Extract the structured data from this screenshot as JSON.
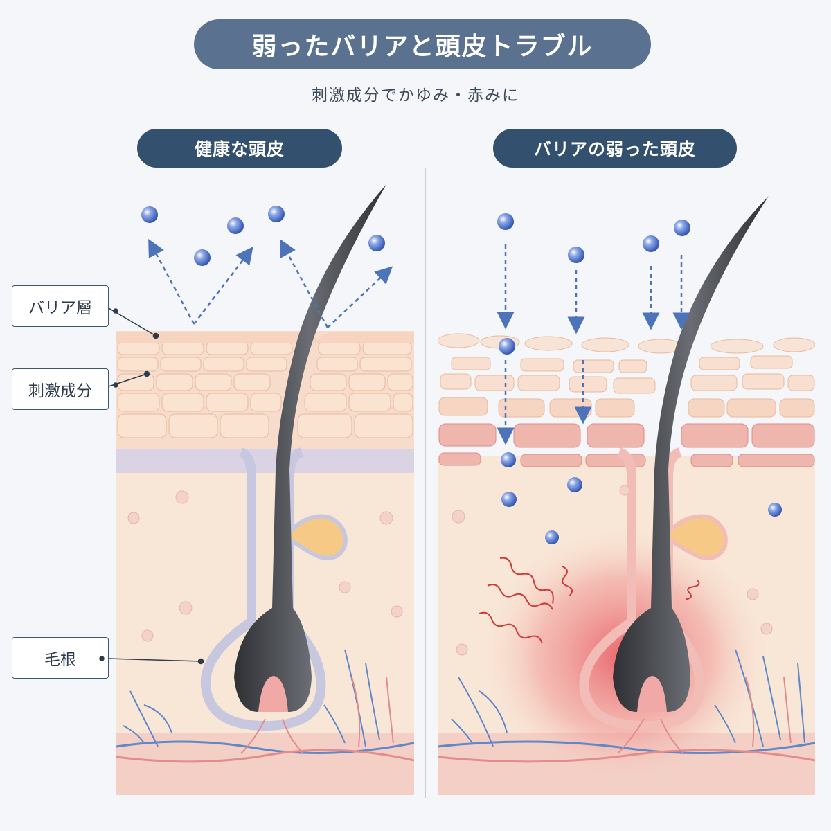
{
  "title": "弱ったバリアと頭皮トラブル",
  "subtitle": "刺激成分でかゆみ・赤みに",
  "panels": {
    "left": {
      "title": "健康な頭皮"
    },
    "right": {
      "title": "バリアの弱った頭皮"
    }
  },
  "labels": {
    "barrier": "バリア層",
    "irritant": "刺激成分",
    "root": "毛根"
  },
  "colors": {
    "title_bg": "#5a7290",
    "panel_title_bg": "#34506f",
    "irritant_ball": "#4a6fc8",
    "arrow": "#4d74b8",
    "skin": "#f8e6d6",
    "hair": "#4a4c50",
    "inflammation": "#e6505a",
    "itch_line": "#cf3a3a",
    "vessel_blue": "#5f88c8",
    "vessel_red": "#e28c8c"
  }
}
